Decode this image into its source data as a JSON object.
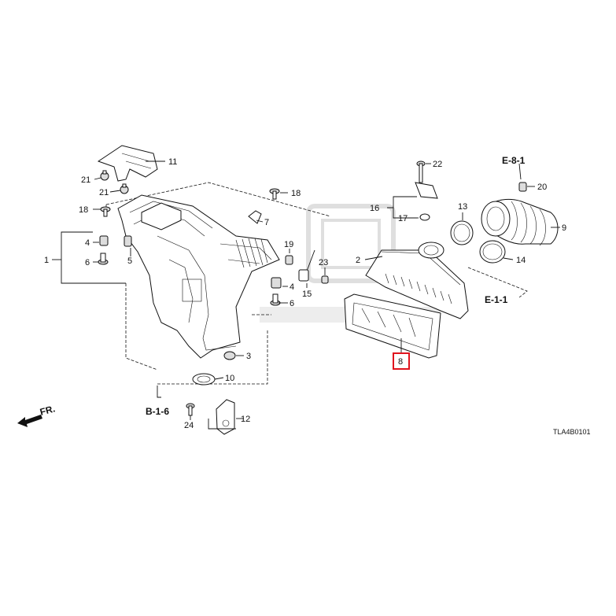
{
  "callouts": [
    {
      "id": "c1",
      "label": "1"
    },
    {
      "id": "c2",
      "label": "2"
    },
    {
      "id": "c3",
      "label": "3"
    },
    {
      "id": "c4a",
      "label": "4"
    },
    {
      "id": "c4b",
      "label": "4"
    },
    {
      "id": "c5",
      "label": "5"
    },
    {
      "id": "c6a",
      "label": "6"
    },
    {
      "id": "c6b",
      "label": "6"
    },
    {
      "id": "c7",
      "label": "7"
    },
    {
      "id": "c9",
      "label": "9"
    },
    {
      "id": "c10",
      "label": "10"
    },
    {
      "id": "c11",
      "label": "11"
    },
    {
      "id": "c12",
      "label": "12"
    },
    {
      "id": "c13",
      "label": "13"
    },
    {
      "id": "c14",
      "label": "14"
    },
    {
      "id": "c15",
      "label": "15"
    },
    {
      "id": "c16",
      "label": "16"
    },
    {
      "id": "c17",
      "label": "17"
    },
    {
      "id": "c18a",
      "label": "18"
    },
    {
      "id": "c18b",
      "label": "18"
    },
    {
      "id": "c19",
      "label": "19"
    },
    {
      "id": "c20",
      "label": "20"
    },
    {
      "id": "c21a",
      "label": "21"
    },
    {
      "id": "c21b",
      "label": "21"
    },
    {
      "id": "c22",
      "label": "22"
    },
    {
      "id": "c23",
      "label": "23"
    },
    {
      "id": "c24",
      "label": "24"
    }
  ],
  "highlighted_part": {
    "label": "8",
    "highlight_color": "#e0141e"
  },
  "references": {
    "e81": "E-8-1",
    "e11": "E-1-1",
    "b16": "B-1-6"
  },
  "front_indicator": "FR.",
  "diagram_code": "TLA4B0101"
}
